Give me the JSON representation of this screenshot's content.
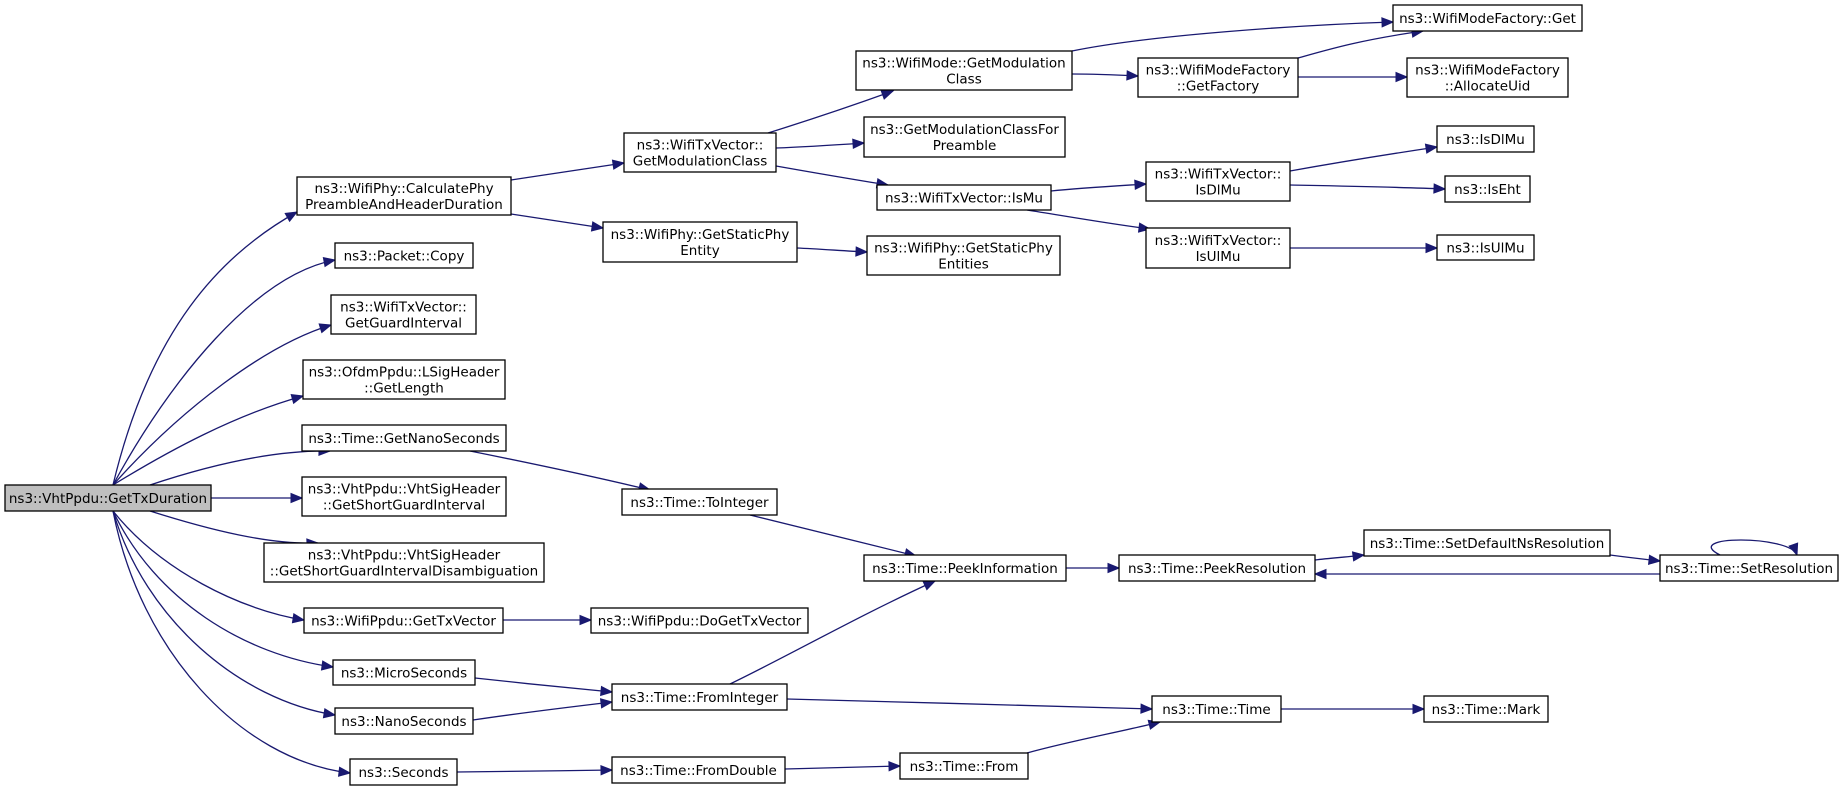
{
  "graph": {
    "root": "vht_gettxduration",
    "nodes": [
      {
        "id": "vht_gettxduration",
        "lines": [
          "ns3::VhtPpdu::GetTxDuration"
        ]
      },
      {
        "id": "calcphy",
        "lines": [
          "ns3::WifiPhy::CalculatePhy",
          "PreambleAndHeaderDuration"
        ]
      },
      {
        "id": "packet_copy",
        "lines": [
          "ns3::Packet::Copy"
        ]
      },
      {
        "id": "getguardinterval",
        "lines": [
          "ns3::WifiTxVector::",
          "GetGuardInterval"
        ]
      },
      {
        "id": "lsig_getlength",
        "lines": [
          "ns3::OfdmPpdu::LSigHeader",
          "::GetLength"
        ]
      },
      {
        "id": "getnanoseconds",
        "lines": [
          "ns3::Time::GetNanoSeconds"
        ]
      },
      {
        "id": "getshortgi",
        "lines": [
          "ns3::VhtPpdu::VhtSigHeader",
          "::GetShortGuardInterval"
        ]
      },
      {
        "id": "getshortgidisamb",
        "lines": [
          "ns3::VhtPpdu::VhtSigHeader",
          "::GetShortGuardIntervalDisambiguation"
        ]
      },
      {
        "id": "wifippdu_gettxvector",
        "lines": [
          "ns3::WifiPpdu::GetTxVector"
        ]
      },
      {
        "id": "microseconds",
        "lines": [
          "ns3::MicroSeconds"
        ]
      },
      {
        "id": "nanoseconds",
        "lines": [
          "ns3::NanoSeconds"
        ]
      },
      {
        "id": "seconds",
        "lines": [
          "ns3::Seconds"
        ]
      },
      {
        "id": "txv_getmodclass",
        "lines": [
          "ns3::WifiTxVector::",
          "GetModulationClass"
        ]
      },
      {
        "id": "getstaticphyentity",
        "lines": [
          "ns3::WifiPhy::GetStaticPhy",
          "Entity"
        ]
      },
      {
        "id": "tointeger",
        "lines": [
          "ns3::Time::ToInteger"
        ]
      },
      {
        "id": "dogettxvector",
        "lines": [
          "ns3::WifiPpdu::DoGetTxVector"
        ]
      },
      {
        "id": "frominteger",
        "lines": [
          "ns3::Time::FromInteger"
        ]
      },
      {
        "id": "fromdouble",
        "lines": [
          "ns3::Time::FromDouble"
        ]
      },
      {
        "id": "mode_getmodclass",
        "lines": [
          "ns3::WifiMode::GetModulation",
          "Class"
        ]
      },
      {
        "id": "getmodclassforpreamble",
        "lines": [
          "ns3::GetModulationClassFor",
          "Preamble"
        ]
      },
      {
        "id": "txv_ismu",
        "lines": [
          "ns3::WifiTxVector::IsMu"
        ]
      },
      {
        "id": "getstaticphyentities",
        "lines": [
          "ns3::WifiPhy::GetStaticPhy",
          "Entities"
        ]
      },
      {
        "id": "peekinformation",
        "lines": [
          "ns3::Time::PeekInformation"
        ]
      },
      {
        "id": "time_from",
        "lines": [
          "ns3::Time::From"
        ]
      },
      {
        "id": "modefactory_getfactory",
        "lines": [
          "ns3::WifiModeFactory",
          "::GetFactory"
        ]
      },
      {
        "id": "txv_isdlmu",
        "lines": [
          "ns3::WifiTxVector::",
          "IsDlMu"
        ]
      },
      {
        "id": "txv_isulmu",
        "lines": [
          "ns3::WifiTxVector::",
          "IsUlMu"
        ]
      },
      {
        "id": "peekresolution",
        "lines": [
          "ns3::Time::PeekResolution"
        ]
      },
      {
        "id": "time_time",
        "lines": [
          "ns3::Time::Time"
        ]
      },
      {
        "id": "modefactory_get",
        "lines": [
          "ns3::WifiModeFactory::Get"
        ]
      },
      {
        "id": "modefactory_allocateuid",
        "lines": [
          "ns3::WifiModeFactory",
          "::AllocateUid"
        ]
      },
      {
        "id": "isdlmu",
        "lines": [
          "ns3::IsDlMu"
        ]
      },
      {
        "id": "iseht",
        "lines": [
          "ns3::IsEht"
        ]
      },
      {
        "id": "isulmu",
        "lines": [
          "ns3::IsUlMu"
        ]
      },
      {
        "id": "setdefaultnsresolution",
        "lines": [
          "ns3::Time::SetDefaultNsResolution"
        ]
      },
      {
        "id": "time_mark",
        "lines": [
          "ns3::Time::Mark"
        ]
      },
      {
        "id": "setresolution",
        "lines": [
          "ns3::Time::SetResolution"
        ]
      }
    ],
    "edges": [
      [
        "vht_gettxduration",
        "calcphy"
      ],
      [
        "vht_gettxduration",
        "packet_copy"
      ],
      [
        "vht_gettxduration",
        "getguardinterval"
      ],
      [
        "vht_gettxduration",
        "lsig_getlength"
      ],
      [
        "vht_gettxduration",
        "getnanoseconds"
      ],
      [
        "vht_gettxduration",
        "getshortgi"
      ],
      [
        "vht_gettxduration",
        "getshortgidisamb"
      ],
      [
        "vht_gettxduration",
        "wifippdu_gettxvector"
      ],
      [
        "vht_gettxduration",
        "microseconds"
      ],
      [
        "vht_gettxduration",
        "nanoseconds"
      ],
      [
        "vht_gettxduration",
        "seconds"
      ],
      [
        "calcphy",
        "txv_getmodclass"
      ],
      [
        "calcphy",
        "getstaticphyentity"
      ],
      [
        "txv_getmodclass",
        "mode_getmodclass"
      ],
      [
        "txv_getmodclass",
        "getmodclassforpreamble"
      ],
      [
        "txv_getmodclass",
        "txv_ismu"
      ],
      [
        "mode_getmodclass",
        "modefactory_get"
      ],
      [
        "mode_getmodclass",
        "modefactory_getfactory"
      ],
      [
        "modefactory_getfactory",
        "modefactory_get"
      ],
      [
        "modefactory_getfactory",
        "modefactory_allocateuid"
      ],
      [
        "txv_ismu",
        "txv_isdlmu"
      ],
      [
        "txv_ismu",
        "txv_isulmu"
      ],
      [
        "txv_isdlmu",
        "isdlmu"
      ],
      [
        "txv_isdlmu",
        "iseht"
      ],
      [
        "txv_isulmu",
        "isulmu"
      ],
      [
        "getstaticphyentity",
        "getstaticphyentities"
      ],
      [
        "getnanoseconds",
        "tointeger"
      ],
      [
        "tointeger",
        "peekinformation"
      ],
      [
        "peekinformation",
        "peekresolution"
      ],
      [
        "peekresolution",
        "setdefaultnsresolution"
      ],
      [
        "setdefaultnsresolution",
        "setresolution"
      ],
      [
        "setresolution",
        "peekresolution"
      ],
      [
        "setresolution",
        "setresolution"
      ],
      [
        "wifippdu_gettxvector",
        "dogettxvector"
      ],
      [
        "microseconds",
        "frominteger"
      ],
      [
        "nanoseconds",
        "frominteger"
      ],
      [
        "frominteger",
        "peekinformation"
      ],
      [
        "frominteger",
        "time_time"
      ],
      [
        "time_time",
        "time_mark"
      ],
      [
        "seconds",
        "fromdouble"
      ],
      [
        "fromdouble",
        "time_from"
      ],
      [
        "time_from",
        "time_time"
      ]
    ]
  }
}
